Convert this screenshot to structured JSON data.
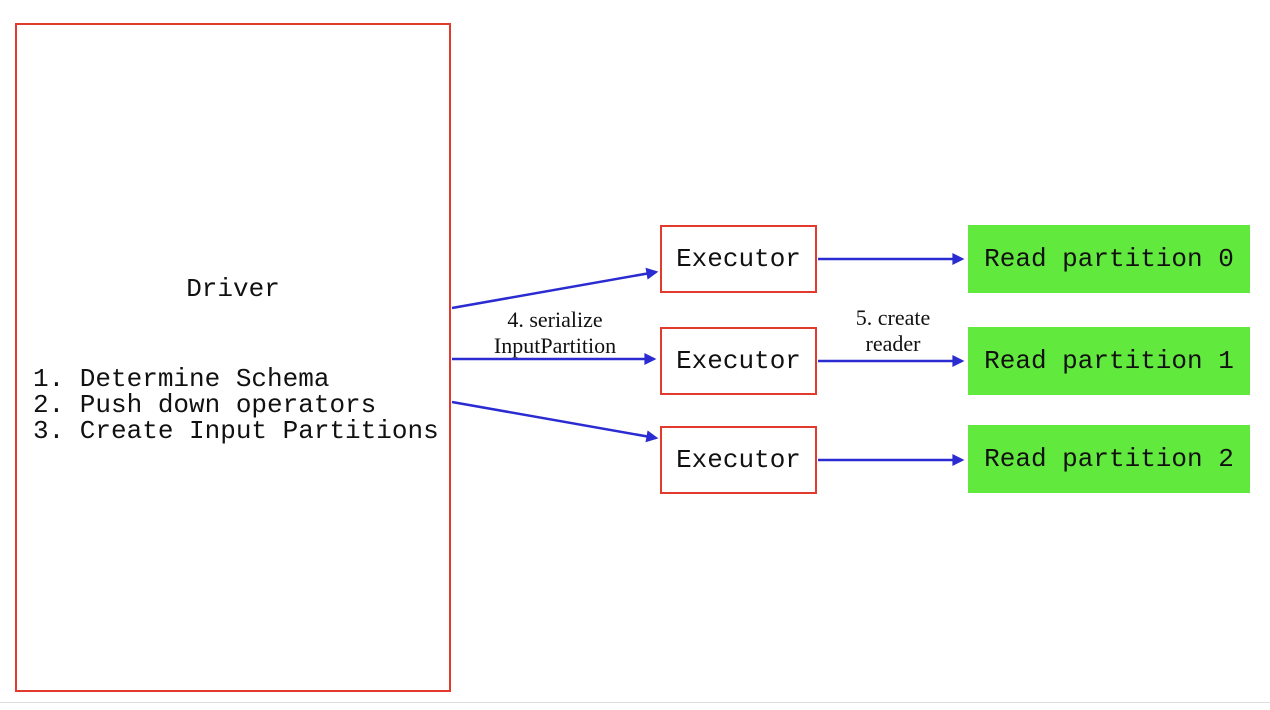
{
  "diagram": {
    "driver": {
      "title": "Driver",
      "steps": [
        "1. Determine Schema",
        "2. Push down operators",
        "3. Create Input Partitions"
      ]
    },
    "executors": [
      {
        "label": "Executor"
      },
      {
        "label": "Executor"
      },
      {
        "label": "Executor"
      }
    ],
    "partitions": [
      {
        "label": "Read partition 0"
      },
      {
        "label": "Read partition 1"
      },
      {
        "label": "Read partition 2"
      }
    ],
    "edge_labels": {
      "serialize": "4. serialize\nInputPartition",
      "create_reader": "5. create\nreader"
    },
    "colors": {
      "node_border_red": "#e23b2e",
      "partition_fill_green": "#62e93e",
      "arrow_blue": "#2b2bd2"
    }
  }
}
